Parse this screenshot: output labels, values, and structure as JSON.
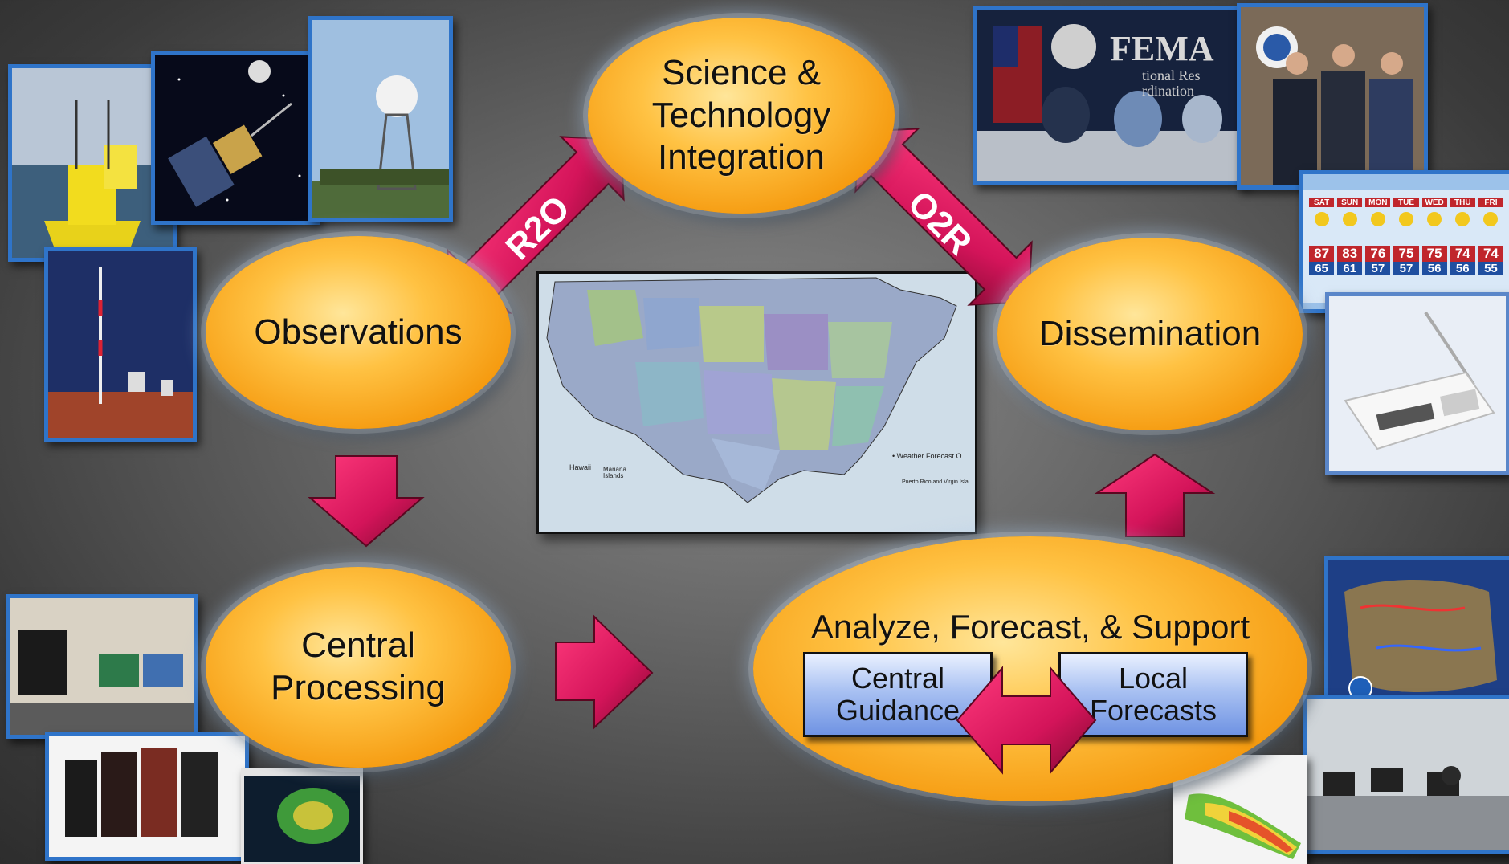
{
  "nodes": {
    "science": {
      "label": "Science &\nTechnology\nIntegration"
    },
    "observations": {
      "label": "Observations"
    },
    "dissemination": {
      "label": "Dissemination"
    },
    "central_processing": {
      "label": "Central\nProcessing"
    },
    "analyze": {
      "label": "Analyze, Forecast,  & Support"
    }
  },
  "boxes": {
    "central_guidance": "Central\nGuidance",
    "local_forecasts": "Local\nForecasts"
  },
  "arrows": {
    "r2o": "R2O",
    "o2r": "O2R"
  },
  "map": {
    "hawaii": "Hawaii",
    "mariana": "Mariana\nIslands",
    "legend": "• Weather Forecast O",
    "puerto_rico": "Puerto Rico and Virgin Isla"
  },
  "photos": {
    "fema_sign": "FEMA",
    "fema_sub": "tional Res\nrdination",
    "forecast_days": [
      "SAT",
      "SUN",
      "MON",
      "TUE",
      "WED",
      "THU",
      "FRI"
    ],
    "forecast_highs": [
      "87",
      "83",
      "76",
      "75",
      "75",
      "74",
      "74"
    ],
    "forecast_lows": [
      "65",
      "61",
      "57",
      "57",
      "56",
      "56",
      "55"
    ]
  },
  "colors": {
    "arrow": "#d4145a",
    "oval": "#ffc243",
    "photo_border": "#2f74c9",
    "box": "#8fb0ee"
  }
}
